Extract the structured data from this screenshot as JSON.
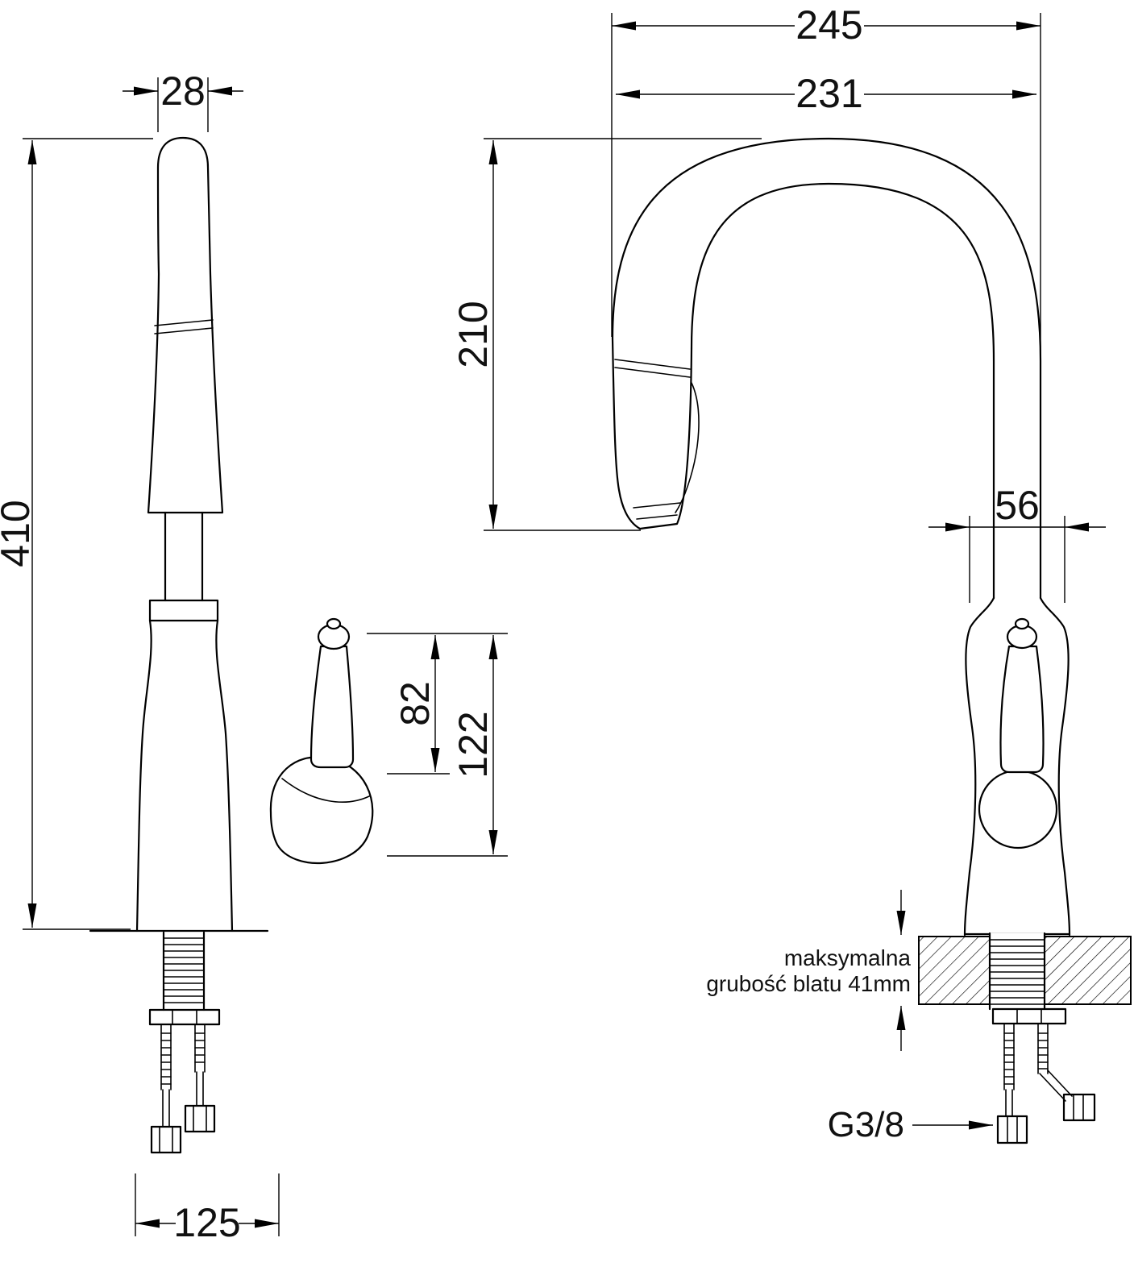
{
  "drawing": {
    "left_view": {
      "dim_head_width": "28",
      "dim_total_height": "410",
      "dim_lever_height": "82",
      "dim_lever_total": "122",
      "dim_base_footprint": "125"
    },
    "right_view": {
      "dim_overall_depth": "245",
      "dim_spout_reach": "231",
      "dim_spout_height": "210",
      "dim_base_width": "56",
      "note_line1": "maksymalna",
      "note_line2": "grubość blatu 41mm",
      "thread_label": "G3/8"
    }
  }
}
